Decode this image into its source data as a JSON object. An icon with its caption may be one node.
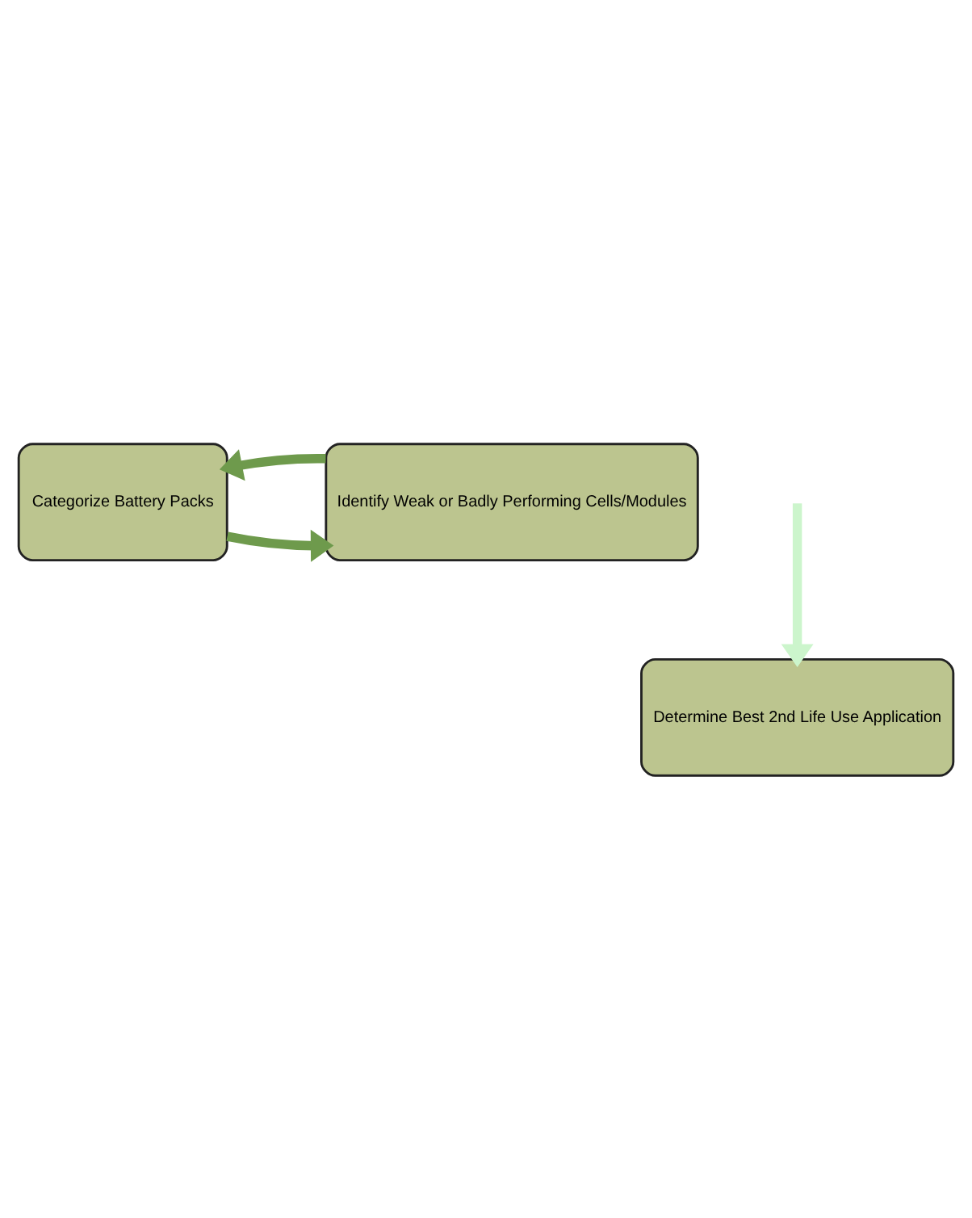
{
  "diagram": {
    "nodes": [
      {
        "text": [
          "Categorize Battery Packs"
        ]
      },
      {
        "text": [
          "Identify Weak or Badly Performing Cells/Modules"
        ]
      },
      {
        "text": [
          "Determine Best 2nd Life Use Application"
        ]
      }
    ],
    "edges": [
      {
        "from": 0,
        "to": 1,
        "arrow": "to",
        "color": "#6e9a4c"
      },
      {
        "from": 1,
        "to": 0,
        "arrow": "to",
        "color": "#6e9a4c"
      },
      {
        "from": null,
        "to": 2,
        "arrow": "to",
        "color": "#ccf5cc"
      }
    ]
  }
}
